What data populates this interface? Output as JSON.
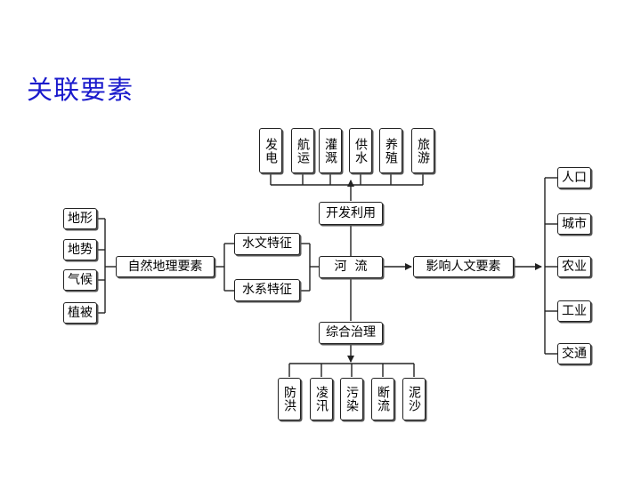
{
  "title": "关联要素",
  "center": "河  流",
  "development": {
    "label": "开发利用",
    "items": [
      "发电",
      "航运",
      "灌溉",
      "供水",
      "养殖",
      "旅游"
    ]
  },
  "governance": {
    "label": "综合治理",
    "items": [
      "防洪",
      "凌汛",
      "污染",
      "断流",
      "泥沙"
    ]
  },
  "natural": {
    "label": "自然地理要素",
    "factors": [
      "地形",
      "地势",
      "气候",
      "植被"
    ],
    "features": [
      "水文特征",
      "水系特征"
    ]
  },
  "human": {
    "label": "影响人文要素",
    "items": [
      "人口",
      "城市",
      "农业",
      "工业",
      "交通"
    ]
  }
}
